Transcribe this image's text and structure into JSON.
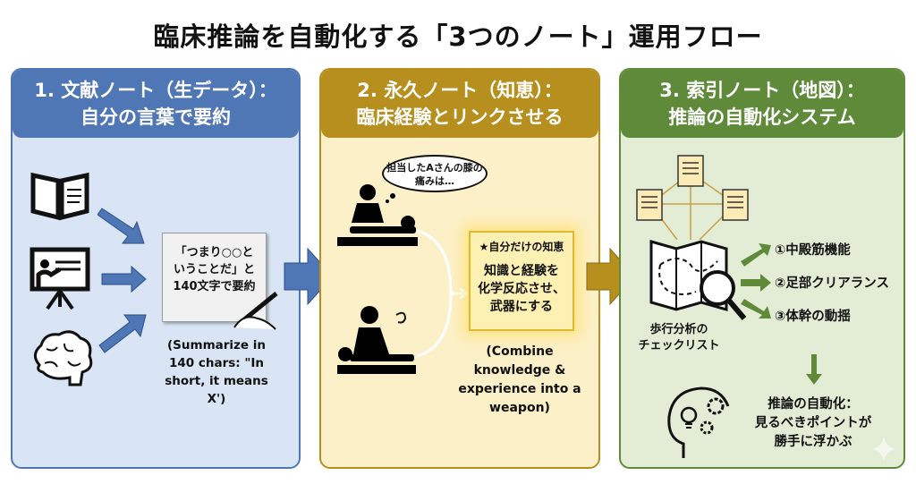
{
  "title": "臨床推論を自動化する「3つのノート」運用フロー",
  "panel1": {
    "heading_line1": "1. 文献ノート（生データ）：",
    "heading_line2": "自分の言葉で要約",
    "note_line1": "「つまり○○と",
    "note_line2": "いうことだ」と",
    "note_line3": "140文字で要約",
    "caption": "(Summarize in 140 chars: \"In short, it means X')",
    "color": "#4f76b5"
  },
  "panel2": {
    "heading_line1": "2. 永久ノート（知恵）：",
    "heading_line2": "臨床経験とリンクさせる",
    "bubble": "担当したAさんの膝の痛みは…",
    "note_title": "★自分だけの知恵",
    "note_line1": "知識と経験を",
    "note_line2": "化学反応させ、",
    "note_line3": "武器にする",
    "caption": "(Combine knowledge & experience into a weapon)",
    "color": "#b78f1f"
  },
  "panel3": {
    "heading_line1": "3. 索引ノート（地図）：",
    "heading_line2": "推論の自動化システム",
    "map_label_line1": "歩行分析の",
    "map_label_line2": "チェックリスト",
    "items": [
      "①中殿筋機能",
      "②足部クリアランス",
      "③体幹の動揺"
    ],
    "result_line1": "推論の自動化：",
    "result_line2": "見るべきポイントが",
    "result_line3": "勝手に浮かぶ",
    "color": "#5e8a3a"
  }
}
